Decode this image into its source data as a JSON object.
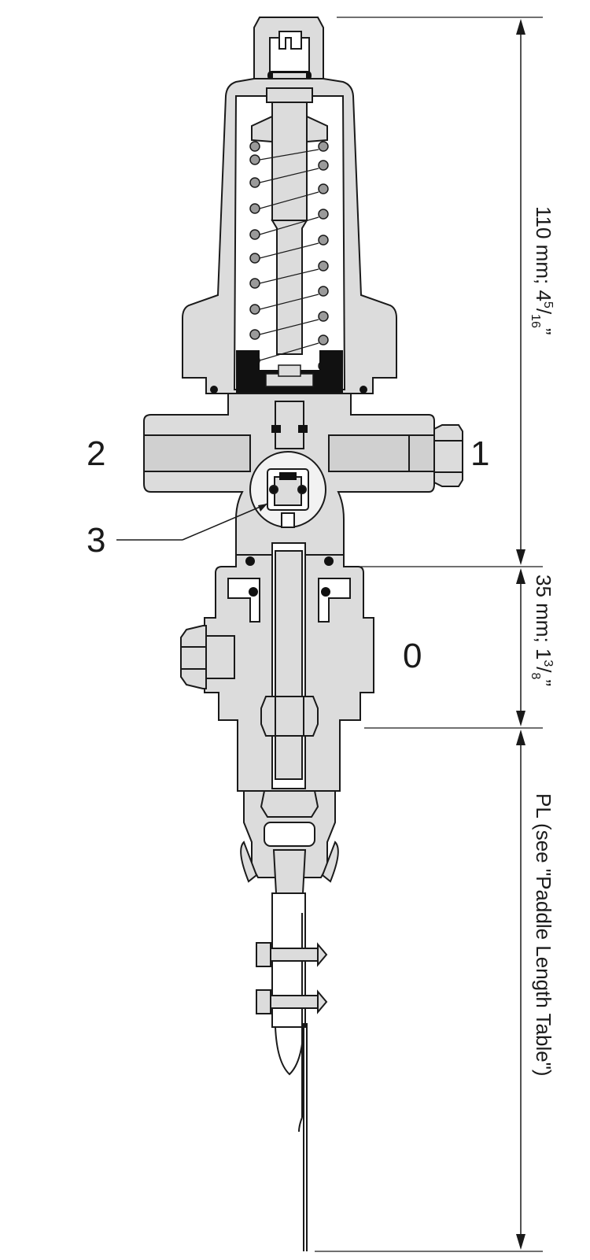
{
  "labels": {
    "port_1": "1",
    "port_2": "2",
    "part_3": "3",
    "part_0": "0"
  },
  "dimensions": {
    "top": {
      "prefix": "110 mm; 4",
      "sup": "5",
      "slash": "/",
      "sub": "16",
      "suffix": "”"
    },
    "middle": {
      "prefix": "35 mm; 1",
      "sup": "3",
      "slash": "/",
      "sub": "8",
      "suffix": "”"
    },
    "bottom": {
      "text": "PL (see \"Paddle Length Table\")"
    }
  },
  "colors": {
    "body_fill": "#dcdcdc",
    "line": "#1a1a1a",
    "seal": "#111111",
    "spring": "#9a9a9a"
  }
}
